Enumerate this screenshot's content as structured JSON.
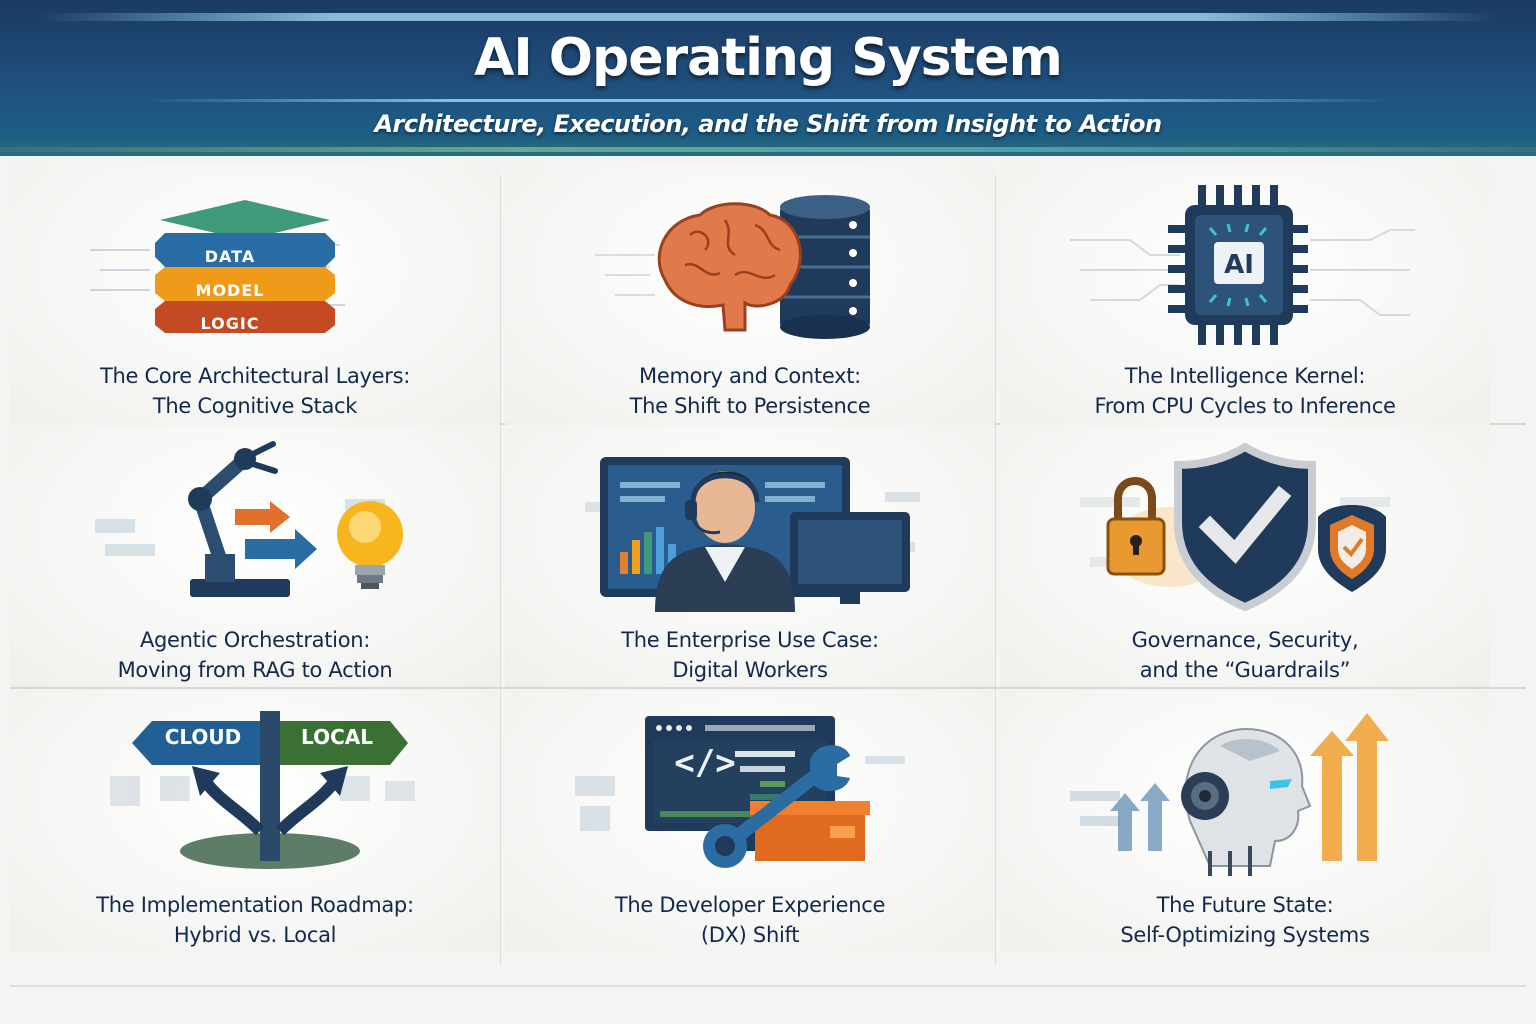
{
  "header": {
    "title": "AI Operating System",
    "subtitle": "Architecture, Execution, and the Shift from Insight to Action"
  },
  "colors": {
    "header_bg": "#1f4e7c",
    "caption_text": "#13294b",
    "accent_blue": "#2b6ca3",
    "accent_orange": "#f0a020",
    "accent_red": "#c24a22",
    "accent_green": "#3a7a3a",
    "navy": "#1f3a5a"
  },
  "tiles": [
    {
      "icon": "layer-stack-icon",
      "line1": "The Core Architectural Layers:",
      "line2": "The Cognitive Stack",
      "stack_labels": [
        "DATA",
        "MODEL",
        "LOGIC"
      ]
    },
    {
      "icon": "brain-database-icon",
      "line1": "Memory and Context:",
      "line2": "The Shift to Persistence"
    },
    {
      "icon": "ai-chip-icon",
      "line1": "The Intelligence Kernel:",
      "line2": "From CPU Cycles to Inference",
      "chip_label": "AI"
    },
    {
      "icon": "robot-arm-lightbulb-icon",
      "line1": "Agentic Orchestration:",
      "line2": "Moving from RAG to Action"
    },
    {
      "icon": "digital-worker-icon",
      "line1": "The Enterprise Use Case:",
      "line2": "Digital Workers"
    },
    {
      "icon": "shield-lock-icon",
      "line1": "Governance, Security,",
      "line2": "and the “Guardrails”"
    },
    {
      "icon": "signpost-icon",
      "line1": "The Implementation Roadmap:",
      "line2": "Hybrid vs. Local",
      "sign_labels": [
        "CLOUD",
        "LOCAL"
      ]
    },
    {
      "icon": "code-wrench-icon",
      "line1": "The Developer Experience",
      "line2": "(DX) Shift",
      "code_glyph": "</>"
    },
    {
      "icon": "robot-head-arrows-icon",
      "line1": "The Future State:",
      "line2": "Self-Optimizing Systems"
    }
  ]
}
